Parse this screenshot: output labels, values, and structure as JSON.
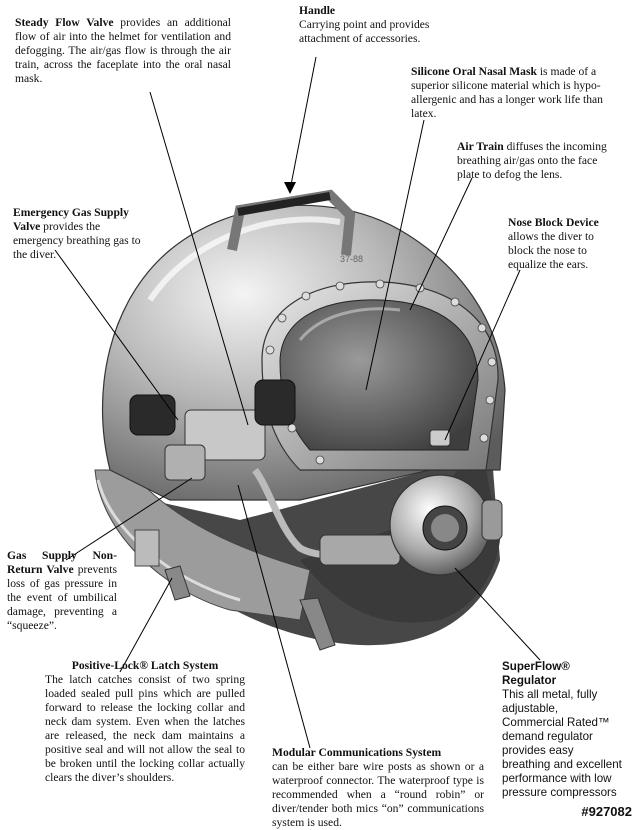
{
  "labels": {
    "steady_flow": {
      "title": "Steady Flow Valve",
      "text": " provides an additional flow of air into the helmet for ventilation and defogging.  The air/gas flow is through the air train, across the faceplate into the oral nasal mask."
    },
    "handle": {
      "title": "Handle",
      "text": "Carrying point and provides attachment of accessories."
    },
    "silicone": {
      "title": "Silicone Oral Nasal Mask",
      "text": "  is made of a superior silicone material which is hypo-allergenic and has a longer work life than latex."
    },
    "air_train": {
      "title": "Air Train",
      "text": " diffuses the incoming breathing air/gas onto the face plate to defog the lens."
    },
    "emergency": {
      "title": "Emergency Gas Supply Valve",
      "text": " provides the emergency breathing gas to the diver."
    },
    "nose_block": {
      "title": "Nose Block Device",
      "text": " allows the diver to block the nose to equalize the ears."
    },
    "gas_supply": {
      "title": "Gas Supply Non-Return Valve",
      "text": " prevents loss of gas pressure in the event of umbilical damage, preventing a “squeeze”."
    },
    "latch": {
      "title": "Positive-Lock® Latch System",
      "text": "The latch catches consist of two spring loaded sealed pull pins which are pulled forward to release the locking collar and neck dam system. Even when the latches are released, the neck dam maintains a positive seal and will not allow the seal to be broken until the locking collar actually clears the diver’s shoulders."
    },
    "superflow": {
      "title": "SuperFlow® Regulator",
      "text": "This all metal, fully adjustable, Commercial Rated™ demand regulator provides easy breathing and excellent performance with low pressure compressors"
    },
    "comms": {
      "title": "Modular Communications System",
      "text": "can be either bare wire posts as shown or a waterproof connector.  The waterproof type is recommended when a “round robin” or diver/tender both mics “on” communications system is used."
    }
  },
  "helmet_serial": "37-88",
  "image_code": "#927082"
}
